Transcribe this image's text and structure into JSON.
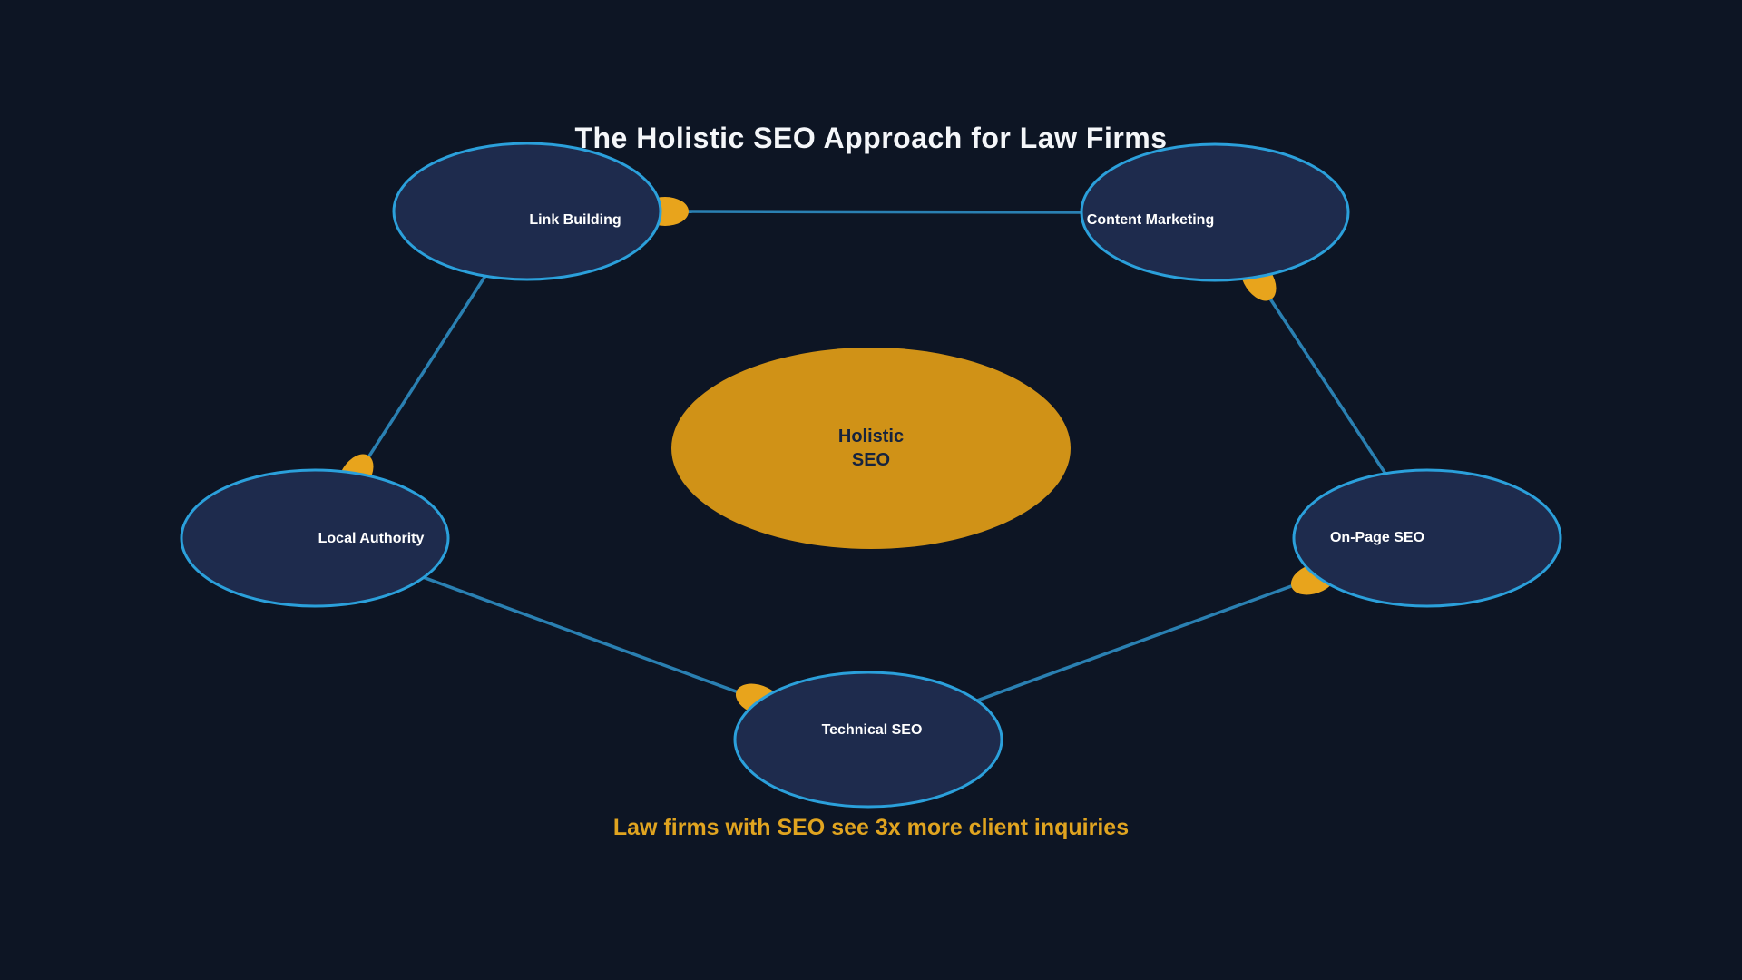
{
  "title": "The Holistic SEO Approach for Law Firms",
  "caption": "Law firms with SEO see 3x more client inquiries",
  "center_node": {
    "line1": "Holistic",
    "line2": "SEO"
  },
  "nodes": [
    {
      "label": "Link Building"
    },
    {
      "label": "Content Marketing"
    },
    {
      "label": "Local Authority"
    },
    {
      "label": "On-Page SEO"
    },
    {
      "label": "Technical SEO"
    }
  ],
  "edges": [
    {
      "from": "Content Marketing",
      "to": "Link Building"
    },
    {
      "from": "Link Building",
      "to": "Local Authority"
    },
    {
      "from": "Local Authority",
      "to": "Technical SEO"
    },
    {
      "from": "Technical SEO",
      "to": "On-Page SEO"
    },
    {
      "from": "On-Page SEO",
      "to": "Content Marketing"
    }
  ],
  "colors": {
    "background": "#0D1524",
    "node_fill": "#1E2B4D",
    "node_border": "#2BA0DB",
    "edge_line": "#2A80B2",
    "arrow_blob": "#E8A41C",
    "center_fill": "#D09217",
    "center_text": "#16233E",
    "node_text": "#FFFFFF",
    "title_text": "#F4F6F9",
    "caption_text": "#E0A420"
  }
}
